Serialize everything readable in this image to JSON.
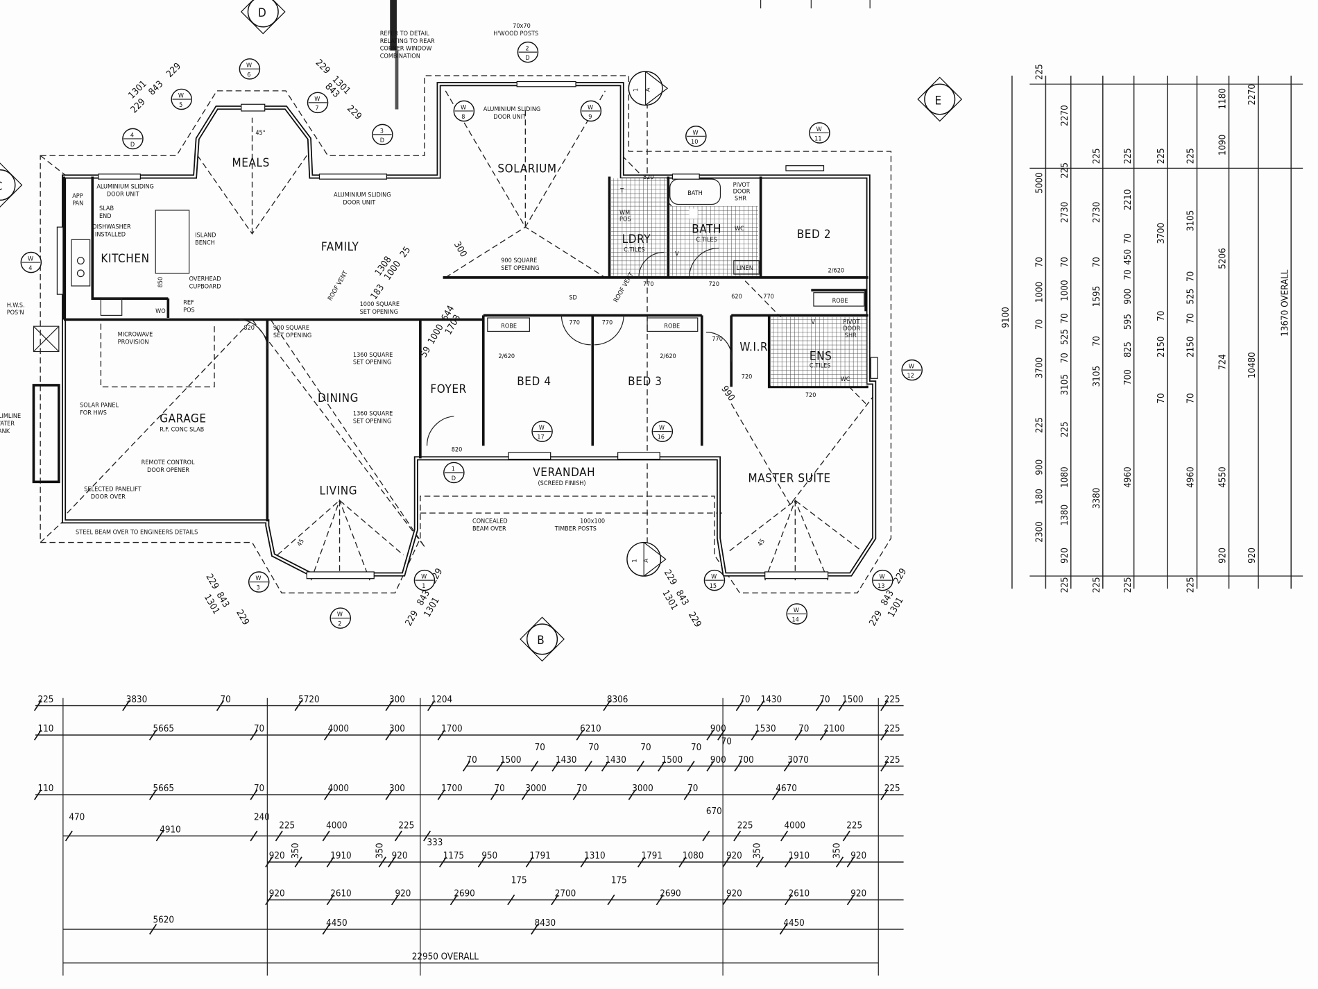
{
  "rooms": {
    "kitchen": "KITCHEN",
    "family": "FAMILY",
    "meals": "MEALS",
    "solarium": "SOLARIUM",
    "laundry": "LDRY",
    "laundry_finish": "C.TILES",
    "bath": "BATH",
    "bath_finish": "C.TILES",
    "bed2": "BED 2",
    "wir": "W.I.R.",
    "ensuite": "ENS",
    "ensuite_finish": "C.TILES",
    "bed4": "BED 4",
    "bed3": "BED 3",
    "foyer": "FOYER",
    "dining": "DINING",
    "garage": "GARAGE",
    "garage_finish": "R.F. CONC SLAB",
    "living": "LIVING",
    "verandah": "VERANDAH",
    "verandah_finish": "(SCREED FINISH)",
    "master": "MASTER SUITE"
  },
  "notes": {
    "refer_detail": [
      "REFER TO DETAIL",
      "RELATING TO REAR",
      "CORNER WINDOW",
      "COMBINATION"
    ],
    "hwood_posts": [
      "70x70",
      "H'WOOD POSTS"
    ],
    "sliding_door_1": [
      "ALUMINIUM SLIDING",
      "DOOR UNIT"
    ],
    "sliding_door_2": [
      "ALUMINIUM SLIDING",
      "DOOR UNIT"
    ],
    "sliding_door_3": [
      "ALUMINIUM SLIDING",
      "DOOR UNIT"
    ],
    "app_pan": [
      "APP",
      "PAN"
    ],
    "slab_end": [
      "SLAB",
      "END"
    ],
    "dishwasher": [
      "DISHWASHER",
      "INSTALLED"
    ],
    "island_bench": [
      "ISLAND",
      "BENCH"
    ],
    "overhead": [
      "OVERHEAD",
      "CUPBOARD"
    ],
    "wo": "WO",
    "ref_pos": [
      "REF",
      "POS"
    ],
    "hws_pos": [
      "H.W.S.",
      "POS'N"
    ],
    "microwave": [
      "MICROWAVE",
      "PROVISION"
    ],
    "solar_panel": [
      "SOLAR PANEL",
      "FOR HWS"
    ],
    "slimline": [
      "SLIMLINE",
      "WATER",
      "TANK"
    ],
    "remote_control": [
      "REMOTE CONTROL",
      "DOOR OPENER"
    ],
    "panelift": [
      "SELECTED PANELIFT",
      "DOOR OVER"
    ],
    "steel_beam": "STEEL BEAM OVER TO ENGINEERS DETAILS",
    "opening_900_sol": [
      "900 SQUARE",
      "SET OPENING"
    ],
    "opening_1000": [
      "1000 SQUARE",
      "SET OPENING"
    ],
    "opening_900_din": [
      "900 SQUARE",
      "SET OPENING"
    ],
    "opening_1360_a": [
      "1360 SQUARE",
      "SET OPENING"
    ],
    "opening_1360_b": [
      "1360 SQUARE",
      "SET OPENING"
    ],
    "roof_vent": "ROOF VENT",
    "roof_vent_2": "ROOF VENT",
    "concealed_beam": [
      "CONCEALED",
      "BEAM OVER"
    ],
    "timber_posts": [
      "100x100",
      "TIMBER POSTS"
    ],
    "robe_1": "ROBE",
    "robe_2": "ROBE",
    "robe_3": "ROBE",
    "linen": "LINEN",
    "wm_pos": [
      "WM",
      "POS"
    ],
    "bath_tub": "BATH",
    "shr_1": [
      "PIVOT",
      "DOOR",
      "SHR"
    ],
    "shr_2": [
      "PIVOT",
      "DOOR",
      "SHR"
    ],
    "wc_1": "WC",
    "wc_2": "WC",
    "t": "T",
    "v1": "V",
    "v2": "V",
    "sd": "SD",
    "angle_1": "45°",
    "angle_2": "45",
    "angle_3": "45",
    "door_sizes": [
      "820",
      "770",
      "720",
      "620",
      "770",
      "770",
      "770",
      "2/620",
      "2/620",
      "2/620",
      "770",
      "720",
      "720",
      "820",
      "820",
      "850"
    ]
  },
  "markers": {
    "windows": [
      "1",
      "2",
      "3",
      "4",
      "5",
      "6",
      "7",
      "8",
      "9",
      "10",
      "11",
      "12",
      "13",
      "14",
      "15",
      "16",
      "17"
    ],
    "window_prefix": "W",
    "elevations": [
      "D",
      "E",
      "B",
      "C"
    ],
    "details": [
      [
        "4",
        "D"
      ],
      [
        "3",
        "D"
      ],
      [
        "2",
        "D"
      ],
      [
        "1",
        "D"
      ]
    ],
    "sections": [
      [
        "1",
        "A"
      ],
      [
        "1",
        "A"
      ]
    ]
  },
  "bay_dims": {
    "a": [
      "1301",
      "843",
      "229",
      "229"
    ],
    "b": [
      "229",
      "843",
      "1301",
      "229"
    ],
    "c": [
      "229",
      "843",
      "1301",
      "229"
    ],
    "d": [
      "229",
      "843",
      "1301",
      "229"
    ],
    "e": [
      "229",
      "843",
      "1301",
      "229"
    ],
    "f": [
      "229",
      "843",
      "1301",
      "229"
    ]
  },
  "plan_dims": {
    "meals_diag": [
      "1308",
      "1000",
      "183",
      "25"
    ],
    "sol_300": "300",
    "foyer_diag": [
      "644",
      "1000",
      "1703",
      "59"
    ],
    "wir_990": "990"
  },
  "dimensions": {
    "bottom_rows": [
      [
        "225",
        "3830",
        "70",
        "5720",
        "300",
        "1204",
        "8306",
        "70",
        "1430",
        "70",
        "1500",
        "225"
      ],
      [
        "110",
        "5665",
        "70",
        "4000",
        "300",
        "1700",
        "6210",
        "900",
        "70",
        "1530",
        "70",
        "2100",
        "225"
      ],
      [
        "70",
        "1500",
        "70",
        "1430",
        "70",
        "1430",
        "70",
        "1500",
        "70",
        "900",
        "700",
        "3070",
        "225"
      ],
      [
        "110",
        "5665",
        "70",
        "4000",
        "300",
        "1700",
        "70",
        "3000",
        "70",
        "3000",
        "70",
        "4670",
        "225"
      ],
      [
        "470",
        "4910",
        "240",
        "225",
        "4000",
        "225",
        "333",
        "670",
        "225",
        "4000",
        "225"
      ],
      [
        "920",
        "350",
        "1910",
        "350",
        "920",
        "1175",
        "950",
        "1791",
        "1310",
        "1791",
        "1080",
        "920",
        "350",
        "1910",
        "350",
        "920"
      ],
      [
        "175",
        "175",
        "920",
        "2610",
        "920",
        "2690",
        "2700",
        "2690",
        "920",
        "2610",
        "920"
      ],
      [
        "5620",
        "4450",
        "8430",
        "4450"
      ]
    ],
    "overall_width": "22950 OVERALL",
    "side_columns": [
      [
        "9100"
      ],
      [
        "225",
        "5000",
        "70",
        "1000",
        "70",
        "3700",
        "225",
        "900",
        "180",
        "2300"
      ],
      [
        "2270",
        "225",
        "2730",
        "70",
        "1000",
        "70",
        "525",
        "70",
        "3105",
        "225",
        "1080",
        "1380",
        "920",
        "225"
      ],
      [
        "225",
        "2730",
        "70",
        "1595",
        "70",
        "3105",
        "3380",
        "225"
      ],
      [
        "225",
        "2210",
        "70",
        "450",
        "70",
        "900",
        "595",
        "825",
        "700",
        "4960",
        "225"
      ],
      [
        "225",
        "3700",
        "70",
        "2150",
        "70"
      ],
      [
        "225",
        "3105",
        "70",
        "525",
        "70",
        "2150",
        "70",
        "4960",
        "225"
      ],
      [
        "1180",
        "1090",
        "5206",
        "724",
        "4550",
        "920"
      ],
      [
        "2270",
        "10480",
        "920"
      ],
      [
        "13670 OVERALL"
      ]
    ]
  }
}
